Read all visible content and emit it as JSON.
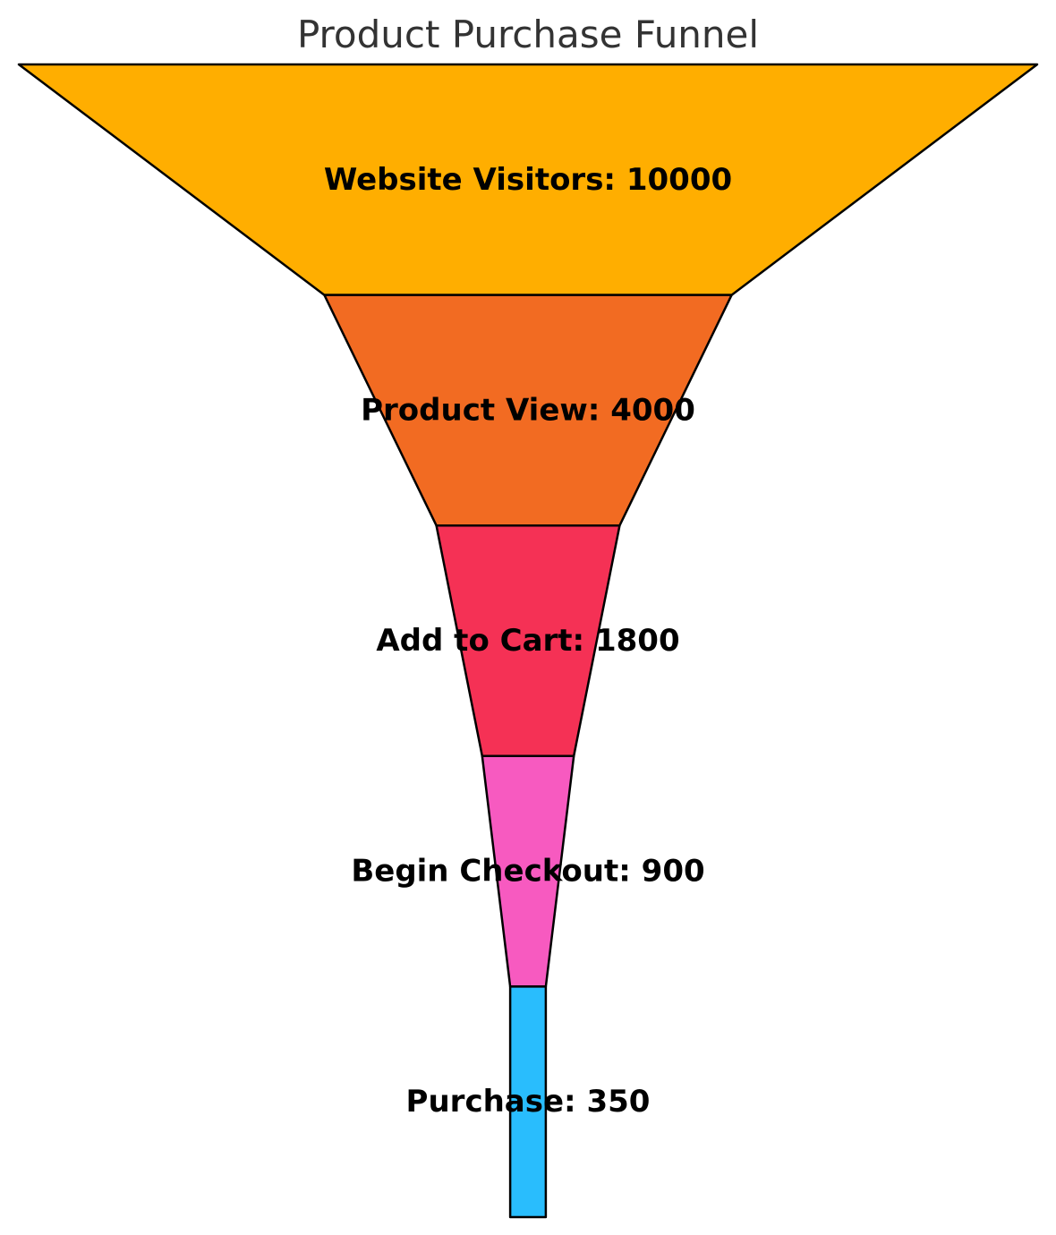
{
  "chart_data": {
    "type": "funnel",
    "title": "Product Purchase Funnel",
    "stages": [
      {
        "label": "Website Visitors: 10000",
        "name": "Website Visitors",
        "value": 10000,
        "color": "#FFAE00"
      },
      {
        "label": "Product View: 4000",
        "name": "Product View",
        "value": 4000,
        "color": "#F26B22"
      },
      {
        "label": "Add to Cart: 1800",
        "name": "Add to Cart",
        "value": 1800,
        "color": "#F53155"
      },
      {
        "label": "Begin Checkout: 900",
        "name": "Begin Checkout",
        "value": 900,
        "color": "#F75AC0"
      },
      {
        "label": "Purchase: 350",
        "name": "Purchase",
        "value": 350,
        "color": "#29BDFD"
      }
    ],
    "outline_color": "#000000",
    "title_color": "#333333"
  }
}
